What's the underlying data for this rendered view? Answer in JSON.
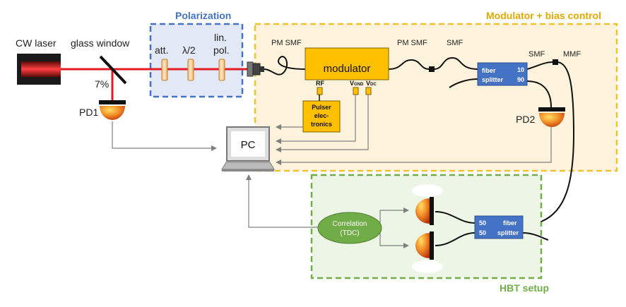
{
  "groups": {
    "polarization": "Polarization",
    "modulator": "Modulator + bias control",
    "hbt": "HBT setup"
  },
  "labels": {
    "laser": "CW laser",
    "glass_window": "glass window",
    "percent": "7%",
    "pd1": "PD1",
    "pd2": "PD2",
    "att": "att.",
    "half_wave": "λ/2",
    "linpol_1": "lin.",
    "linpol_2": "pol.",
    "pm_smf_1": "PM SMF",
    "pm_smf_2": "PM SMF",
    "smf_1": "SMF",
    "smf_2": "SMF",
    "mmf": "MMF",
    "modulator": "modulator",
    "rf": "RF",
    "vgnd": "V",
    "vgnd_sub": "GND",
    "vdc": "V",
    "vdc_sub": "DC",
    "pulser_1": "Pulser",
    "pulser_2": "elec-",
    "pulser_3": "tronics",
    "pc": "PC",
    "fs1_label_1": "fiber",
    "fs1_label_2": "splitter",
    "fs1_port_a": "10",
    "fs1_port_b": "90",
    "fs2_label_1": "fiber",
    "fs2_label_2": "splitter",
    "fs2_port_a": "50",
    "fs2_port_b": "50",
    "corr_1": "Correlation",
    "corr_2": "(TDC)"
  },
  "colors": {
    "laser_beam": "#e31b23",
    "polarization_box": "#4472c4",
    "polarization_fill": "#e3e8f6",
    "modulator_box": "#f2c12e",
    "modulator_fill": "#fdf3dc",
    "modulator_device": "#ffc000",
    "hbt_box": "#70ad47",
    "hbt_fill": "#edf5e6",
    "fiber_splitter": "#4472c4",
    "correlation": "#70ad47"
  }
}
